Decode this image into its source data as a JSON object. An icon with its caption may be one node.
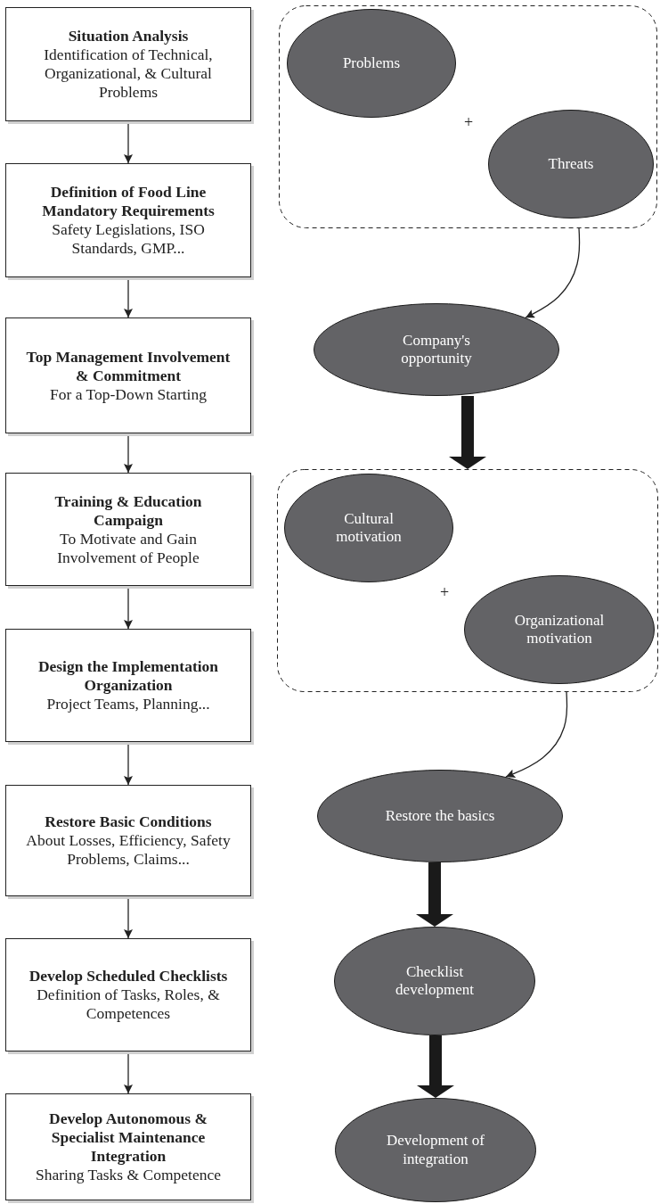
{
  "diagram": {
    "nodes": [
      {
        "text": [
          "Situation Analysis",
          "Identification of Technical, Organizational, & Cultural Problems"
        ]
      },
      {
        "text": [
          "Definition of Food Line Mandatory Requirements",
          "Safety Legislations, ISO Standards, GMP..."
        ]
      },
      {
        "text": [
          "Top Management Involvement & Commitment",
          "For a Top-Down Starting"
        ]
      },
      {
        "text": [
          "Training & Education Campaign",
          "To Motivate and Gain Involvement of People"
        ]
      },
      {
        "text": [
          "Design the Implementation Organization",
          "Project Teams, Planning..."
        ]
      },
      {
        "text": [
          "Restore Basic Conditions",
          "About Losses, Efficiency, Safety Problems, Claims..."
        ]
      },
      {
        "text": [
          "Develop Scheduled Checklists",
          "Definition of Tasks, Roles, & Competences"
        ]
      },
      {
        "text": [
          "Develop Autonomous & Specialist Maintenance Integration",
          "Sharing Tasks & Competence"
        ]
      },
      {
        "text": [],
        "shape": "box"
      },
      {
        "text": [
          "Problems"
        ],
        "in": 8
      },
      {
        "text": [
          "Threats"
        ],
        "in": 8
      },
      {
        "text": [
          "Company's opportunity"
        ]
      },
      {
        "text": [],
        "shape": "box"
      },
      {
        "text": [
          "Cultural motivation"
        ],
        "in": 12
      },
      {
        "text": [
          "Organizational motivation"
        ],
        "in": 12
      },
      {
        "text": [
          "Restore the basics"
        ]
      },
      {
        "text": [
          "Checklist development"
        ]
      },
      {
        "text": [
          "Development of integration"
        ]
      }
    ],
    "edges": [
      {
        "from": 0,
        "to": 1,
        "arrow": "to"
      },
      {
        "from": 1,
        "to": 2,
        "arrow": "to"
      },
      {
        "from": 2,
        "to": 3,
        "arrow": "to"
      },
      {
        "from": 3,
        "to": 4,
        "arrow": "to"
      },
      {
        "from": 4,
        "to": 5,
        "arrow": "to"
      },
      {
        "from": 5,
        "to": 6,
        "arrow": "to"
      },
      {
        "from": 6,
        "to": 7,
        "arrow": "to"
      },
      {
        "from": 8,
        "to": 11,
        "arrow": "to"
      },
      {
        "from": 11,
        "to": 12,
        "arrow": "to",
        "style": "thick"
      },
      {
        "from": 12,
        "to": 15,
        "arrow": "to"
      },
      {
        "from": 15,
        "to": 16,
        "arrow": "to",
        "style": "thick"
      },
      {
        "from": 16,
        "to": 17,
        "arrow": "to",
        "style": "thick"
      }
    ],
    "labels": [
      "+",
      "+"
    ]
  }
}
